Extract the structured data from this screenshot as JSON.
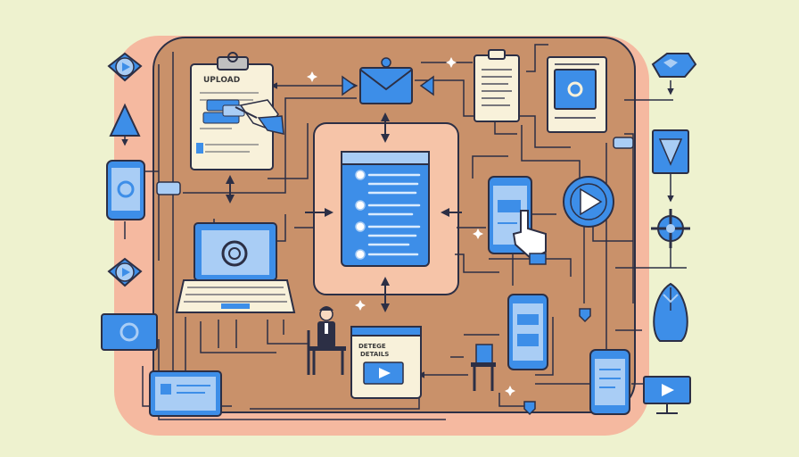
{
  "labels": {
    "upload": "UPLOAD",
    "details_line1": "DETEGE",
    "details_line2": "DETAILS"
  },
  "colors": {
    "background": "#eef2cf",
    "outer_panel": "#f5b9a0",
    "inner_panel": "#c9916a",
    "center_panel": "#f6c4a8",
    "accent_blue": "#3d8ee8",
    "light_blue": "#a9cdf5",
    "outline": "#2c2f45",
    "paper": "#f8f1da"
  },
  "icons": [
    "upload-clipboard-icon",
    "email-icon",
    "document-icon",
    "settings-document-icon",
    "cloud-icon",
    "play-button-icon",
    "triangle-icon",
    "smartphone-icon",
    "laptop-settings-icon",
    "touch-phone-icon",
    "video-player-icon",
    "monitor-icon",
    "tablet-icon",
    "person-at-desk-icon",
    "crosshair-icon",
    "mouse-icon",
    "chair-icon"
  ]
}
